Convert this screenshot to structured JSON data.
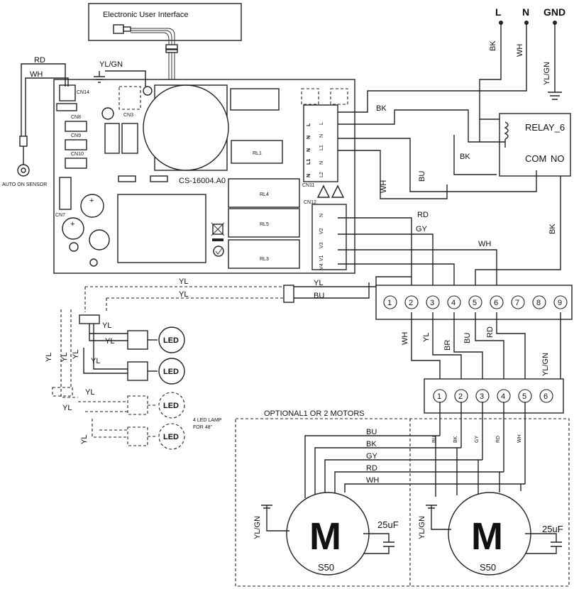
{
  "ui": {
    "label": "Electronic User Interface",
    "board_id": "CS-16004.A0"
  },
  "mains": {
    "l": "L",
    "n": "N",
    "gnd": "GND"
  },
  "relay": {
    "title": "RELAY_6",
    "com": "COM",
    "no": "NO"
  },
  "board": {
    "connectors": [
      "CN14",
      "CN8",
      "CN9",
      "CN10",
      "CN7",
      "CN3",
      "CN11",
      "CN12"
    ],
    "relays": [
      "RL1",
      "RL4",
      "RL5",
      "RL3"
    ],
    "cn11_pins": [
      "L",
      "N",
      "N",
      "L1",
      "N",
      "L2"
    ],
    "cn12_pins": [
      "N",
      "V2",
      "V3",
      "V1",
      "V4"
    ]
  },
  "wires": {
    "rd": "RD",
    "wh": "WH",
    "bk": "BK",
    "bu": "BU",
    "gy": "GY",
    "yl": "YL",
    "yl_gn": "YL/GN",
    "br": "BR"
  },
  "sensor": {
    "label": "AUTO ON SENSOR"
  },
  "terminal_strip": {
    "numbers": [
      "1",
      "2",
      "3",
      "4",
      "5",
      "6",
      "7",
      "8",
      "9"
    ]
  },
  "motor_strip": {
    "numbers": [
      "1",
      "2",
      "3",
      "4",
      "5",
      "6"
    ]
  },
  "leds": {
    "label": "LED",
    "note_line1": "4 LED LAMP",
    "note_line2": "FOR 48\""
  },
  "motors": {
    "section_title": "OPTIONAL1 OR 2 MOTORS",
    "symbol": "M",
    "model": "S50",
    "capacitor": "25uF",
    "wire_labels": [
      "BU",
      "BK",
      "GY",
      "RD",
      "WH"
    ]
  }
}
